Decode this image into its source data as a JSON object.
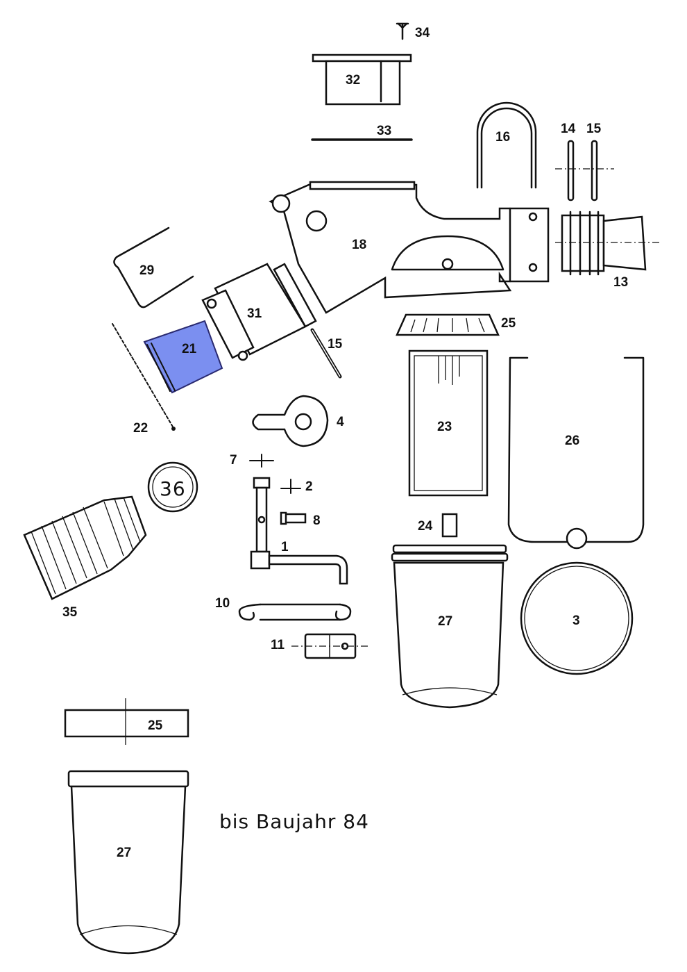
{
  "diagram": {
    "highlight_color": "#7b8ff0",
    "highlighted_part": "21",
    "note": "bis  Baujahr 84",
    "labels": {
      "p34": "34",
      "p32": "32",
      "p33": "33",
      "p16": "16",
      "p14": "14",
      "p15a": "15",
      "p18": "18",
      "p13": "13",
      "p29": "29",
      "p31": "31",
      "p21": "21",
      "p15b": "15",
      "p25a": "25",
      "p22": "22",
      "p4": "4",
      "p23": "23",
      "p26": "26",
      "p7": "7",
      "p2": "2",
      "p36": "36",
      "p8": "8",
      "p1": "1",
      "p24": "24",
      "p35": "35",
      "p10": "10",
      "p27a": "27",
      "p3": "3",
      "p11": "11",
      "p25b": "25",
      "p27b": "27"
    }
  }
}
